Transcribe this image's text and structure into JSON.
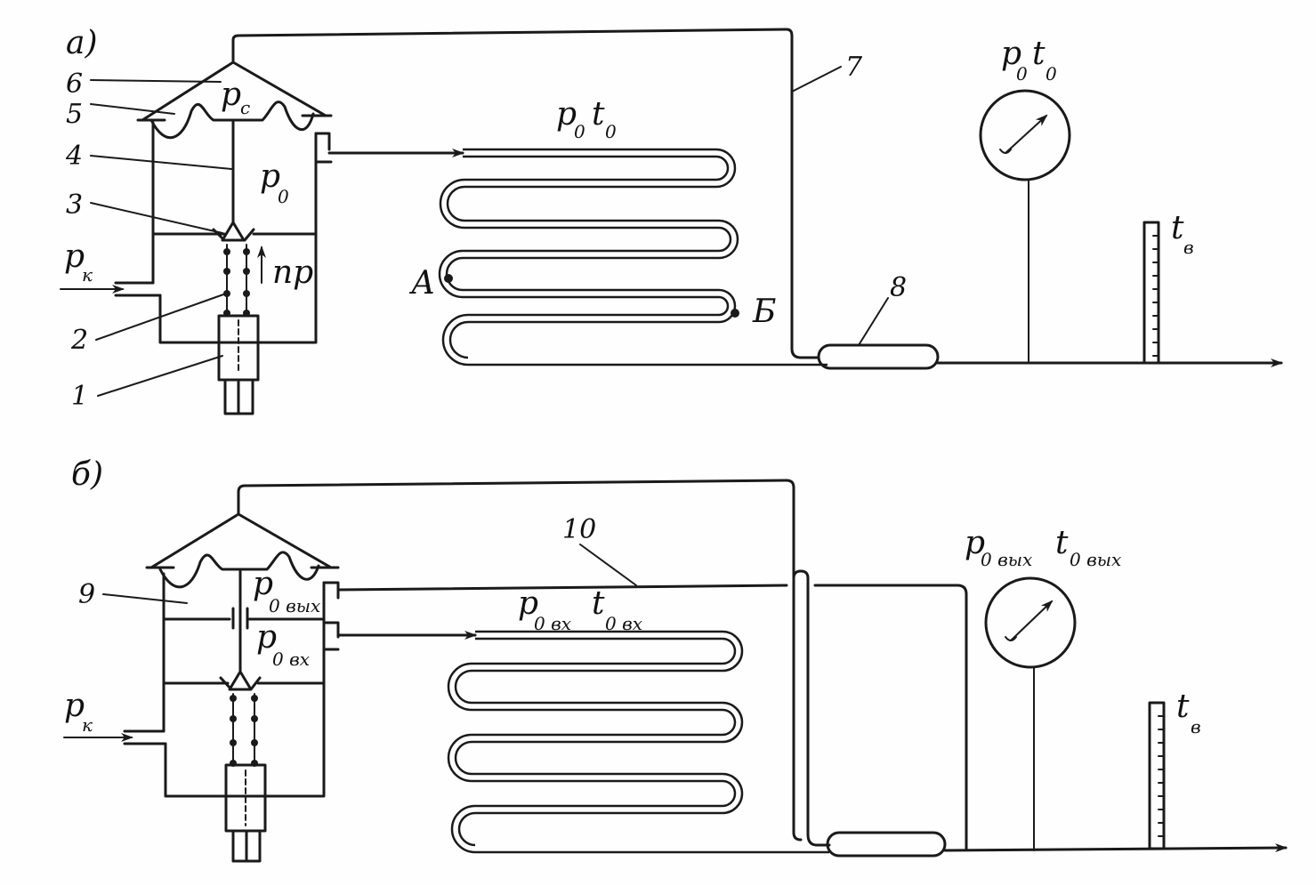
{
  "panel_a": {
    "letter": "а)",
    "callouts": [
      "1",
      "2",
      "3",
      "4",
      "5",
      "6",
      "7",
      "8"
    ],
    "p_c": {
      "main": "p",
      "sub": "c"
    },
    "p_0": {
      "main": "p",
      "sub": "0"
    },
    "p_k": {
      "main": "p",
      "sub": "к"
    },
    "pr": "пр",
    "coil_label": {
      "p": "p",
      "p_sub": "0",
      "t": "t",
      "t_sub": "0"
    },
    "point_a": "А",
    "point_b": "Б",
    "gauge_label": {
      "p": "p",
      "p_sub": "0",
      "t": "t",
      "t_sub": "0"
    },
    "thermo_label": {
      "main": "t",
      "sub": "в"
    }
  },
  "panel_b": {
    "letter": "б)",
    "callouts": [
      "9",
      "10"
    ],
    "p_out": {
      "main": "p",
      "sub": "0 вых"
    },
    "p_in": {
      "main": "p",
      "sub": "0 вх"
    },
    "p_k": {
      "main": "p",
      "sub": "к"
    },
    "coil_label": {
      "p": "p",
      "p_sub": "0 вх",
      "t": "t",
      "t_sub": "0 вх"
    },
    "gauge_label": {
      "p": "p",
      "p_sub": "0 вых",
      "t": "t",
      "t_sub": "0 вых"
    },
    "thermo_label": {
      "main": "t",
      "sub": "в"
    }
  }
}
